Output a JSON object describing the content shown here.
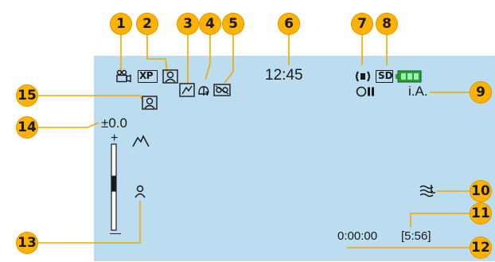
{
  "badges": [
    "1",
    "2",
    "3",
    "4",
    "5",
    "6",
    "7",
    "8",
    "9",
    "10",
    "11",
    "12",
    "13",
    "14",
    "15"
  ],
  "hud": {
    "time": "12:45",
    "mode": "i.A.",
    "exposure": "±0.0",
    "rec_time": "0:00:00",
    "remaining": "[5:56]",
    "quality": "XP",
    "card": "SD",
    "focus_plus": "+",
    "focus_minus": "—"
  },
  "icons": {
    "camera": "video-camera-icon",
    "face_priority": "face-priority-icon",
    "backlight": "backlight-compensation-icon",
    "tele_macro": "tele-macro-icon",
    "night_alt": "night-alt-icon",
    "stabilizer": "image-stabilizer-icon",
    "pause": "record-pause-icon",
    "battery": "battery-full-icon",
    "wind_cut": "wind-cut-icon",
    "far": "mountain-icon",
    "near": "person-icon",
    "face_frame": "touch-priority-ae-af-icon"
  },
  "colors": {
    "screen": "#bcdcf0",
    "badge": "#ffb300",
    "battery": "#2a9d3a"
  },
  "zoom_level": 0.55
}
